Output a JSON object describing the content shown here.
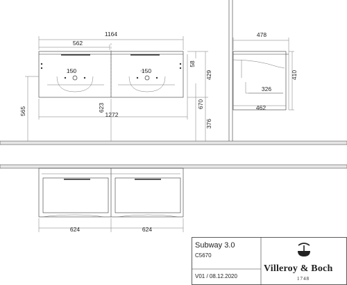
{
  "dimensions": {
    "front_width": "1164",
    "front_half": "562",
    "front_top_gap": "58",
    "front_height": "429",
    "basin_a": "150",
    "basin_b": "150",
    "front_mid": "623",
    "front_670": "670",
    "left_565": "565",
    "front_total": "1272",
    "front_376": "376",
    "side_depth": "478",
    "side_height": "410",
    "side_326": "326",
    "side_462": "462",
    "plan_a": "624",
    "plan_b": "624"
  },
  "title_block": {
    "product": "Subway 3.0",
    "code": "C5670",
    "version": "V01 / 08.12.2020",
    "brand": "Villeroy & Boch",
    "year": "1748"
  }
}
